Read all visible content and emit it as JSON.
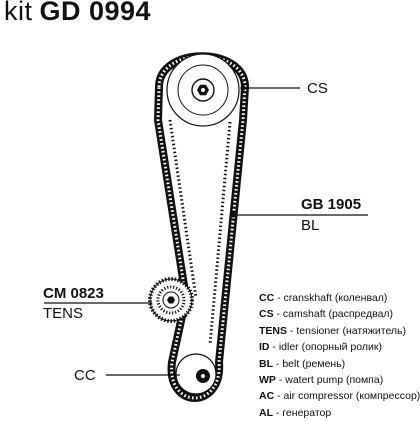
{
  "header": {
    "kit": "kit",
    "code": "GD 0994"
  },
  "callouts": {
    "cs": "CS",
    "belt_code": "GB 1905",
    "belt_type": "BL",
    "tensioner_code": "CM 0823",
    "tensioner_type": "TENS",
    "cc": "CC"
  },
  "legend": [
    {
      "abbr": "CC",
      "desc": " - cranskhaft (коленвал)"
    },
    {
      "abbr": "CS",
      "desc": " - camshaft (распредвал)"
    },
    {
      "abbr": "TENS",
      "desc": " - tensioner (натяжитель)"
    },
    {
      "abbr": "ID",
      "desc": " - idler (опорный ролик)"
    },
    {
      "abbr": "BL",
      "desc": " - belt (ремень)"
    },
    {
      "abbr": "WP",
      "desc": " - watert pump (помпа)"
    },
    {
      "abbr": "AC",
      "desc": " - air compressor (компрессор)"
    },
    {
      "abbr": "AL",
      "desc": " - генератор"
    }
  ],
  "colors": {
    "ink": "#111111",
    "background": "#ffffff"
  },
  "icons": [
    "camshaft-pulley-icon",
    "crankshaft-pulley-icon",
    "tensioner-pulley-icon",
    "belt-icon"
  ]
}
